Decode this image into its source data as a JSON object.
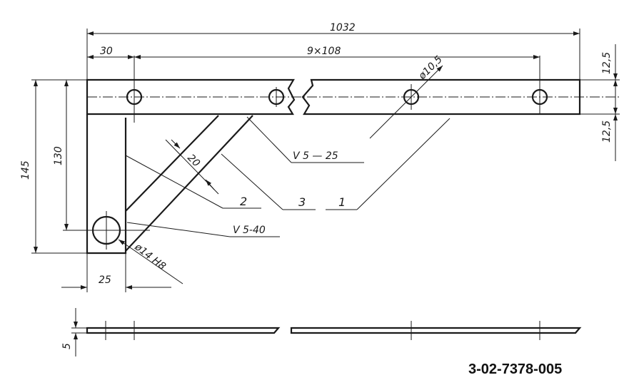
{
  "dimensions": {
    "overall_length": "1032",
    "edge_offset": "30",
    "hole_pitch": "9×108",
    "hole_diameter": "ø10,5",
    "top_offset_upper": "12,5",
    "top_offset_lower": "12,5",
    "total_height": "145",
    "inner_height": "130",
    "brace_width": "20",
    "leg_width": "25",
    "pivot_hole": "ø14 H8",
    "thickness": "5"
  },
  "welds": {
    "upper": "V 5 — 25",
    "lower": "V 5-40"
  },
  "callouts": [
    "2",
    "3",
    "1"
  ],
  "document_number": "3-02-7378-005"
}
